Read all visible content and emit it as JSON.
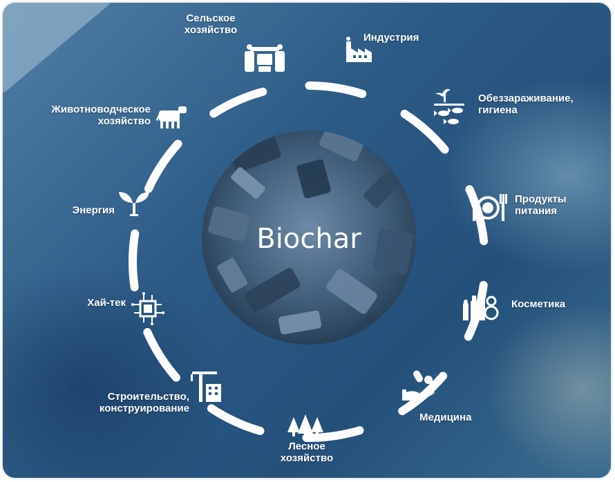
{
  "center": {
    "title": "Biochar"
  },
  "sectors": [
    {
      "id": "agriculture",
      "lines": [
        "Сельское",
        "хозяйство"
      ],
      "icon": "tractor-icon"
    },
    {
      "id": "industry",
      "lines": [
        "Индустрия"
      ],
      "icon": "factory-icon"
    },
    {
      "id": "disinfection",
      "lines": [
        "Обеззараживание,",
        "гигиена"
      ],
      "icon": "fish-sprout-icon"
    },
    {
      "id": "food",
      "lines": [
        "Продукты",
        "питания"
      ],
      "icon": "plate-cutlery-icon"
    },
    {
      "id": "cosmetics",
      "lines": [
        "Косметика"
      ],
      "icon": "cosmetics-icon"
    },
    {
      "id": "medicine",
      "lines": [
        "Медицина"
      ],
      "icon": "pill-hand-icon"
    },
    {
      "id": "forestry",
      "lines": [
        "Лесное",
        "хозяйство"
      ],
      "icon": "trees-icon"
    },
    {
      "id": "construction",
      "lines": [
        "Строительство,",
        "конструирование"
      ],
      "icon": "crane-building-icon"
    },
    {
      "id": "hightech",
      "lines": [
        "Хай-тек"
      ],
      "icon": "chip-icon"
    },
    {
      "id": "energy",
      "lines": [
        "Энергия"
      ],
      "icon": "sprout-icon"
    },
    {
      "id": "livestock",
      "lines": [
        "Животноводческое",
        "хозяйство"
      ],
      "icon": "cow-icon"
    }
  ],
  "colors": {
    "accent": "#ffffff",
    "background": "#2c5b86"
  }
}
